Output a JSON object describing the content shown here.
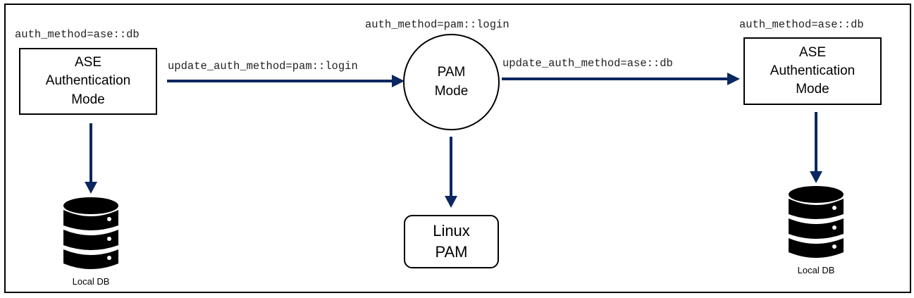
{
  "colors": {
    "arrow": "#0b2761",
    "db_icon": "#000000",
    "border": "#000000"
  },
  "left_node": {
    "annotation": "auth_method=ase::db",
    "lines": [
      "ASE",
      "Authentication",
      "Mode"
    ]
  },
  "center_node": {
    "annotation": "auth_method=pam::login",
    "lines": [
      "PAM",
      "Mode"
    ]
  },
  "right_node": {
    "annotation": "auth_method=ase::db",
    "lines": [
      "ASE",
      "Authentication",
      "Mode"
    ]
  },
  "arrows": {
    "left_to_center": "update_auth_method=pam::login",
    "center_to_right": "update_auth_method=ase::db"
  },
  "linux_pam": {
    "lines": [
      "Linux",
      "PAM"
    ]
  },
  "local_db_left": {
    "label": "Local DB",
    "icon": "database-icon"
  },
  "local_db_right": {
    "label": "Local DB",
    "icon": "database-icon"
  }
}
